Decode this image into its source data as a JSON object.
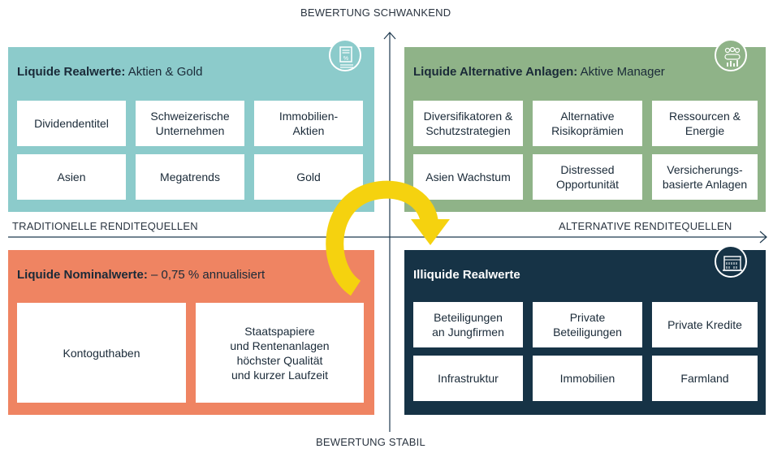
{
  "axes": {
    "top": "BEWERTUNG SCHWANKEND",
    "bottom": "BEWERTUNG STABIL",
    "left": "TRADITIONELLE RENDITEQUELLEN",
    "right": "ALTERNATIVE RENDITEQUELLEN"
  },
  "colors": {
    "teal": "#8ccbcb",
    "green": "#8fb388",
    "salmon": "#ef8462",
    "navy": "#163346",
    "arrow": "#f5d20f",
    "axis": "#1f3a4f"
  },
  "quadrants": {
    "top_left": {
      "title_bold": "Liquide Realwerte:",
      "title_rest": " Aktien & Gold",
      "icon": "document-percent-icon",
      "items": [
        "Dividendentitel",
        "Schweizerische\nUnternehmen",
        "Immobilien-\nAktien",
        "Asien",
        "Megatrends",
        "Gold"
      ]
    },
    "top_right": {
      "title_bold": "Liquide Alternative Anlagen:",
      "title_rest": " Aktive Manager",
      "icon": "people-chart-icon",
      "items": [
        "Diversifikatoren &\nSchutzstrategien",
        "Alternative\nRisikoprämien",
        "Ressourcen &\nEnergie",
        "Asien Wachstum",
        "Distressed\nOpportunität",
        "Versicherungs-\nbasierte Anlagen"
      ]
    },
    "bottom_left": {
      "title_bold": "Liquide Nominalwerte:",
      "title_rest": " – 0,75 % annualisiert",
      "items": [
        "Kontoguthaben",
        "Staatspapiere\nund Rentenanlagen\nhöchster Qualität\nund kurzer Laufzeit"
      ]
    },
    "bottom_right": {
      "title_bold": "Illiquide Realwerte",
      "title_rest": "",
      "icon": "building-icon",
      "items": [
        "Beteiligungen\nan Jungfirmen",
        "Private\nBeteiligungen",
        "Private Kredite",
        "Infrastruktur",
        "Immobilien",
        "Farmland"
      ]
    }
  }
}
